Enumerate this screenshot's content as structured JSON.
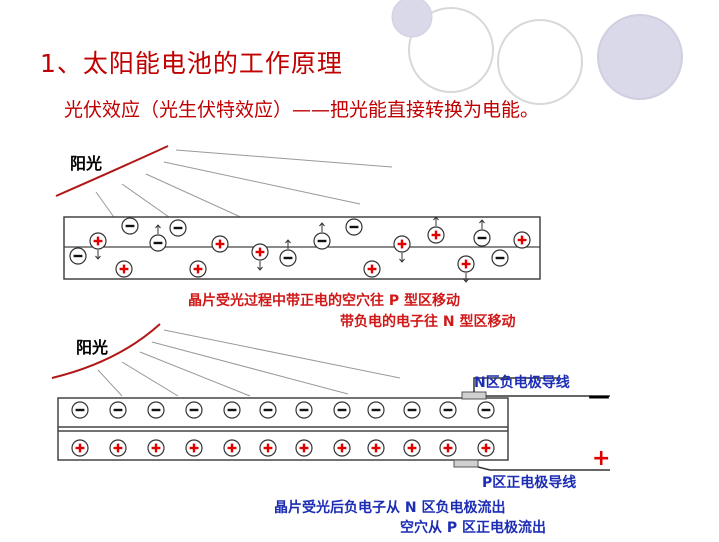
{
  "title": "1、太阳能电池的工作原理",
  "subtitle": "光伏效应（光生伏特效应）——把光能直接转换为电能。",
  "diagram1": {
    "sun_label": "阳光",
    "caption_line1": "晶片受光过程中带正电的空穴往 P 型区移动",
    "caption_line2": "带负电的电子往 N 型区移动"
  },
  "diagram2": {
    "sun_label": "阳光",
    "n_label": "N区负电极导线",
    "p_label": "P区正电极导线",
    "minus_sign": "—",
    "plus_sign": "+",
    "caption_line1": "晶片受光后负电子从 N 区负电极流出",
    "caption_line2": "空穴从 P 区正电极流出"
  },
  "colors": {
    "title": "#c00000",
    "caption": "#1c2db4",
    "hole": "#e00000",
    "sun_arc": "#b01818"
  }
}
